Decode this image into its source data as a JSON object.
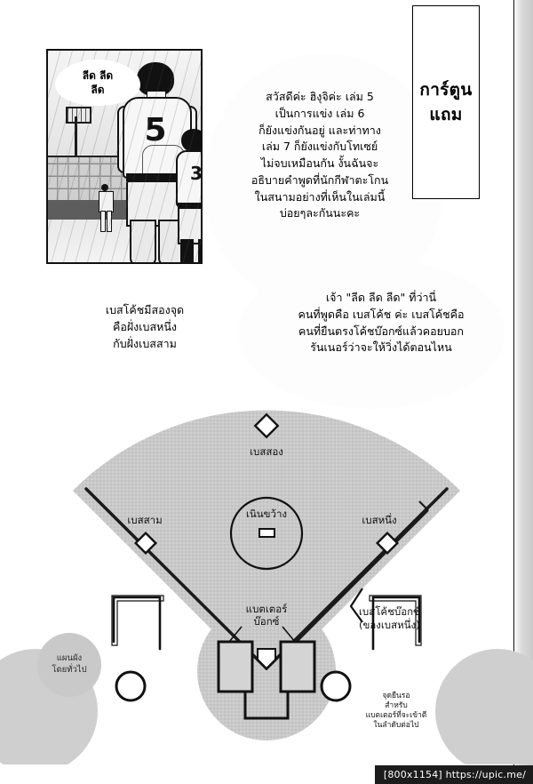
{
  "page": {
    "watermark": "[800x1154] https://upic.me/"
  },
  "title_box": {
    "line1": "การ์ตูน",
    "line2": "แถม"
  },
  "manga_panel": {
    "bubble_line1": "ลีด  ลีด",
    "bubble_line2": "ลีด",
    "main_player_number": "5",
    "side_player_number": "3"
  },
  "narration_main": {
    "lines": [
      "สวัสดีค่ะ ฮิงุจิค่ะ เล่ม 5",
      "เป็นการแข่ง เล่ม 6",
      "ก็ยังแข่งกันอยู่ และท่าทาง",
      "เล่ม 7 ก็ยังแข่งกับโทเซย์",
      "ไม่จบเหมือนกัน งั้นฉันจะ",
      "อธิบายคำพูดที่นักกีฬาตะโกน",
      "ในสนามอย่างที่เห็นในเล่มนี้",
      "บ่อยๆละกันนะคะ"
    ]
  },
  "narration_second": {
    "lines": [
      "เจ้า \"ลีด ลีด ลีด\" ที่ว่านี่",
      "คนที่พูดคือ เบสโค้ช ค่ะ เบสโค้ชคือ",
      "คนที่ยืนตรงโค้ชบ๊อกซ์แล้วคอยบอก",
      "รันเนอร์ว่าจะให้วิ่งได้ตอนไหน"
    ]
  },
  "narration_left": {
    "lines": [
      "เบสโค้ชมีสองจุด",
      "คือฝั่งเบสหนึ่ง",
      "กับฝั่งเบสสาม"
    ]
  },
  "field_diagram": {
    "caption_blob": {
      "line1": "แผนผัง",
      "line2": "โดยทั่วไป"
    },
    "labels": {
      "second_base": "เบสสอง",
      "third_base": "เบสสาม",
      "first_base": "เบสหนึ่ง",
      "pitchers_mound": "เนินขว้าง",
      "batters_box_line1": "แบตเตอร์",
      "batters_box_line2": "บ๊อกซ์",
      "coach_box_line1": "เบสโค้ชบ๊อกซ์",
      "coach_box_line2": "(ของเบสหนึ่ง)",
      "on_deck_line1": "จุดยืนรอ",
      "on_deck_line2": "สำหรับ",
      "on_deck_line3": "แบตเตอร์ที่จะเข้าตี",
      "on_deck_line4": "ในลำดับต่อไป"
    }
  },
  "colors": {
    "ink": "#111111",
    "field_fill": "#c9c9c9",
    "page_bg": "#ffffff",
    "watermark_bg": "#1c1c1c"
  }
}
